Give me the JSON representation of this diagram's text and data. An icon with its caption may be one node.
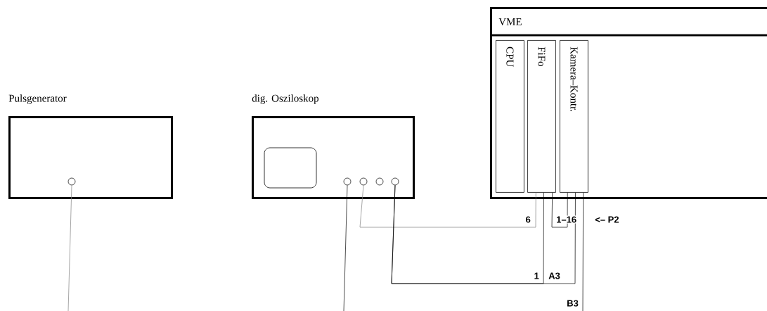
{
  "diagram": {
    "nodes": [
      {
        "text": [
          "Pulsgenerator"
        ]
      },
      {
        "text": [],
        "shape": "circle",
        "in": 0
      },
      {
        "text": [
          "dig. Osziloskop"
        ]
      },
      {
        "text": [],
        "shape": "circle",
        "in": 2
      },
      {
        "text": [],
        "shape": "circle",
        "in": 2
      },
      {
        "text": [],
        "shape": "circle",
        "in": 2
      },
      {
        "text": [],
        "shape": "circle",
        "in": 2
      },
      {
        "text": [
          "VME"
        ]
      },
      {
        "text": [
          "CPU"
        ],
        "in": 7
      },
      {
        "text": [
          "FiFo"
        ],
        "in": 7
      },
      {
        "text": [
          "Kamera–Kontr."
        ],
        "in": 7
      }
    ],
    "edges": [
      {
        "from": 1,
        "to": null,
        "arrow": "none",
        "color": "#808080"
      },
      {
        "from": 3,
        "to": null,
        "arrow": "none"
      },
      {
        "from": 4,
        "to": 9,
        "arrow": "none",
        "label": "6",
        "color": "#808080"
      },
      {
        "from": 9,
        "to": 10,
        "arrow": "none",
        "label": "1–16"
      },
      {
        "from": 6,
        "to": 9,
        "arrow": "none",
        "label": "1"
      },
      {
        "from": 6,
        "to": 10,
        "arrow": "none",
        "label": "A3"
      },
      {
        "from": 10,
        "to": null,
        "arrow": "none",
        "label": "B3"
      }
    ],
    "labels": [
      "<– P2"
    ]
  }
}
